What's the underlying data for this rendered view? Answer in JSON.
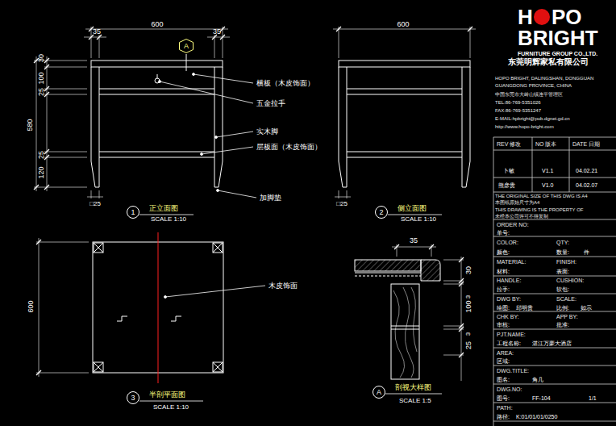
{
  "diagram": {
    "nodes": [
      {
        "text": [
          "A"
        ]
      },
      {
        "text": [
          "1"
        ]
      },
      {
        "text": [
          "2"
        ]
      },
      {
        "text": [
          "3"
        ]
      },
      {
        "text": [
          "A"
        ]
      }
    ],
    "labels": [
      "600",
      "35",
      "35",
      "30",
      "100",
      "25",
      "580",
      "25",
      "120",
      "横板（木皮饰面）",
      "五金拉手",
      "实木脚",
      "层板面（木皮饰面）",
      "加脚垫",
      "□25",
      "正立面图",
      "SCALE 1:10",
      "600",
      "□25",
      "侧立面图",
      "SCALE 1:10",
      "600",
      "木皮饰面",
      "半剖平面图",
      "SCALE 1:10",
      "35",
      "30",
      "3",
      "100",
      "3",
      "25",
      "剖视大样图",
      "SCALE 1:5",
      "H",
      "PO",
      "BRIGHT",
      "FURNITURE GROUP CO.,LTD.",
      "东莞明辉家私有限公司",
      "HOPO BRIGHT, DALINGSHAN, DONGGUAN",
      "GUANGDONG PROVINCE, CHINA",
      "中国东莞市大岭山镇连平管理区",
      "TEL:86-769-5351026",
      "FAX:86-769-5351247",
      "E-MAIL:hpbright@pub.dgnet.gd.cn",
      "http://www.hopo-bright.com",
      "REV 修改",
      "NO 版本",
      "DATE 日期",
      "卜敏",
      "V1.1",
      "04.02.21",
      "熊彦贵",
      "V1.0",
      "04.02.07",
      "THE ORIGINAL SIZE OF THIS DWG IS A4",
      "本图纸原始尺寸为A4",
      "THIS DRAWING IS THE PROPERTY OF",
      "未经本公司许可不得复制",
      "ORDER NO:",
      "单号:",
      "COLOR:",
      "QTY:",
      "颜色:",
      "数量:",
      "件",
      "MATERIAL:",
      "FINISH:",
      "材料:",
      "表面:",
      "HANDLE:",
      "CUSHION:",
      "拉手:",
      "软包:",
      "DWG BY:",
      "SCALE:",
      "绘图:",
      "邱明贵",
      "比例:",
      "如示",
      "CHK BY:",
      "APP BY:",
      "审核:",
      "批准:",
      "PJT.NAME:",
      "工程名称:",
      "湛江万豪大酒店",
      "AREA:",
      "区域:",
      "DWG.TITLE:",
      "图名:",
      "角几",
      "DWG.NO:",
      "图号:",
      "FF-104",
      "1/1",
      "PATH:",
      "路径:",
      "K:01/01/01/0250"
    ]
  }
}
